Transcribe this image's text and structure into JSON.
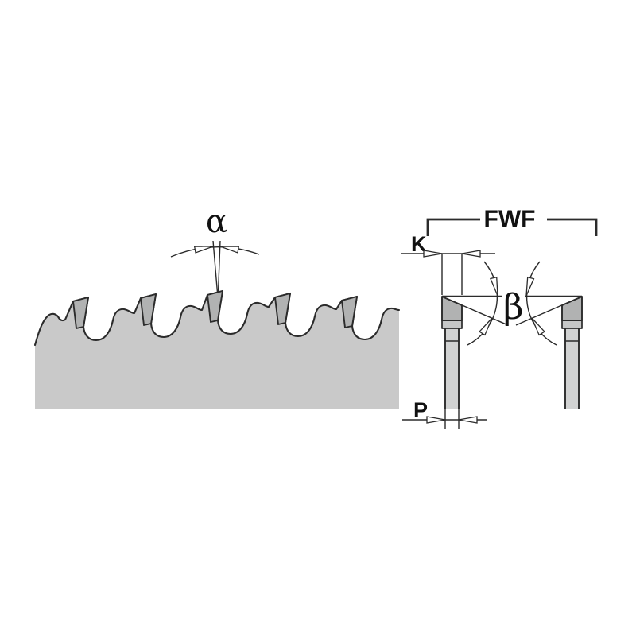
{
  "labels": {
    "rake_angle": "α",
    "bevel_angle": "β",
    "grind_type": "FWF",
    "kerf_width": "K",
    "plate_thickness": "P"
  },
  "colors": {
    "background": "#ffffff",
    "line": "#2b2b2b",
    "blade-fill": "#c9c9c9",
    "tip-fill": "#b1b2b2",
    "band-fill": "#c6c7c7",
    "plate-fill": "#d1d2d2",
    "text": "#111111",
    "arrow-fill": "#ffffff"
  }
}
